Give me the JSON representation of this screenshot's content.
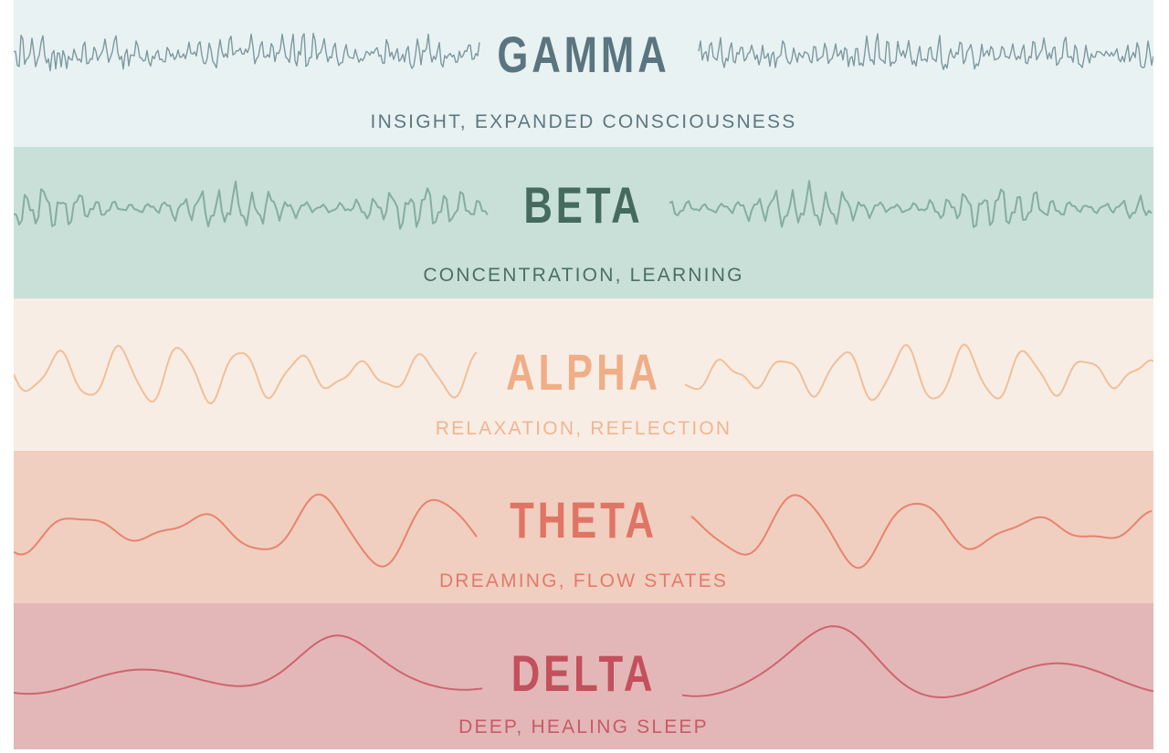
{
  "bands": [
    {
      "key": "gamma",
      "name": "GAMMA",
      "caption": "INSIGHT, EXPANDED CONSCIOUSNESS",
      "background": "#e8f2f2",
      "wave_color": "#7e98a0",
      "text_color": "#5a7580",
      "caption_color": "#5e7780"
    },
    {
      "key": "beta",
      "name": "BETA",
      "caption": "CONCENTRATION, LEARNING",
      "background": "#c9e0d8",
      "wave_color": "#86ad9f",
      "text_color": "#456b5e",
      "caption_color": "#4c6e62"
    },
    {
      "key": "alpha",
      "name": "ALPHA",
      "caption": "RELAXATION, REFLECTION",
      "background": "#f8ede4",
      "wave_color": "#f0bf99",
      "text_color": "#efae86",
      "caption_color": "#efb592"
    },
    {
      "key": "theta",
      "name": "THETA",
      "caption": "DREAMING, FLOW STATES",
      "background": "#f0cfc0",
      "wave_color": "#e88370",
      "text_color": "#e07565",
      "caption_color": "#e27a6b"
    },
    {
      "key": "delta",
      "name": "DELTA",
      "caption": "DEEP, HEALING SLEEP",
      "background": "#e3b7b7",
      "wave_color": "#cf6470",
      "text_color": "#c2505d",
      "caption_color": "#c85a66"
    }
  ]
}
